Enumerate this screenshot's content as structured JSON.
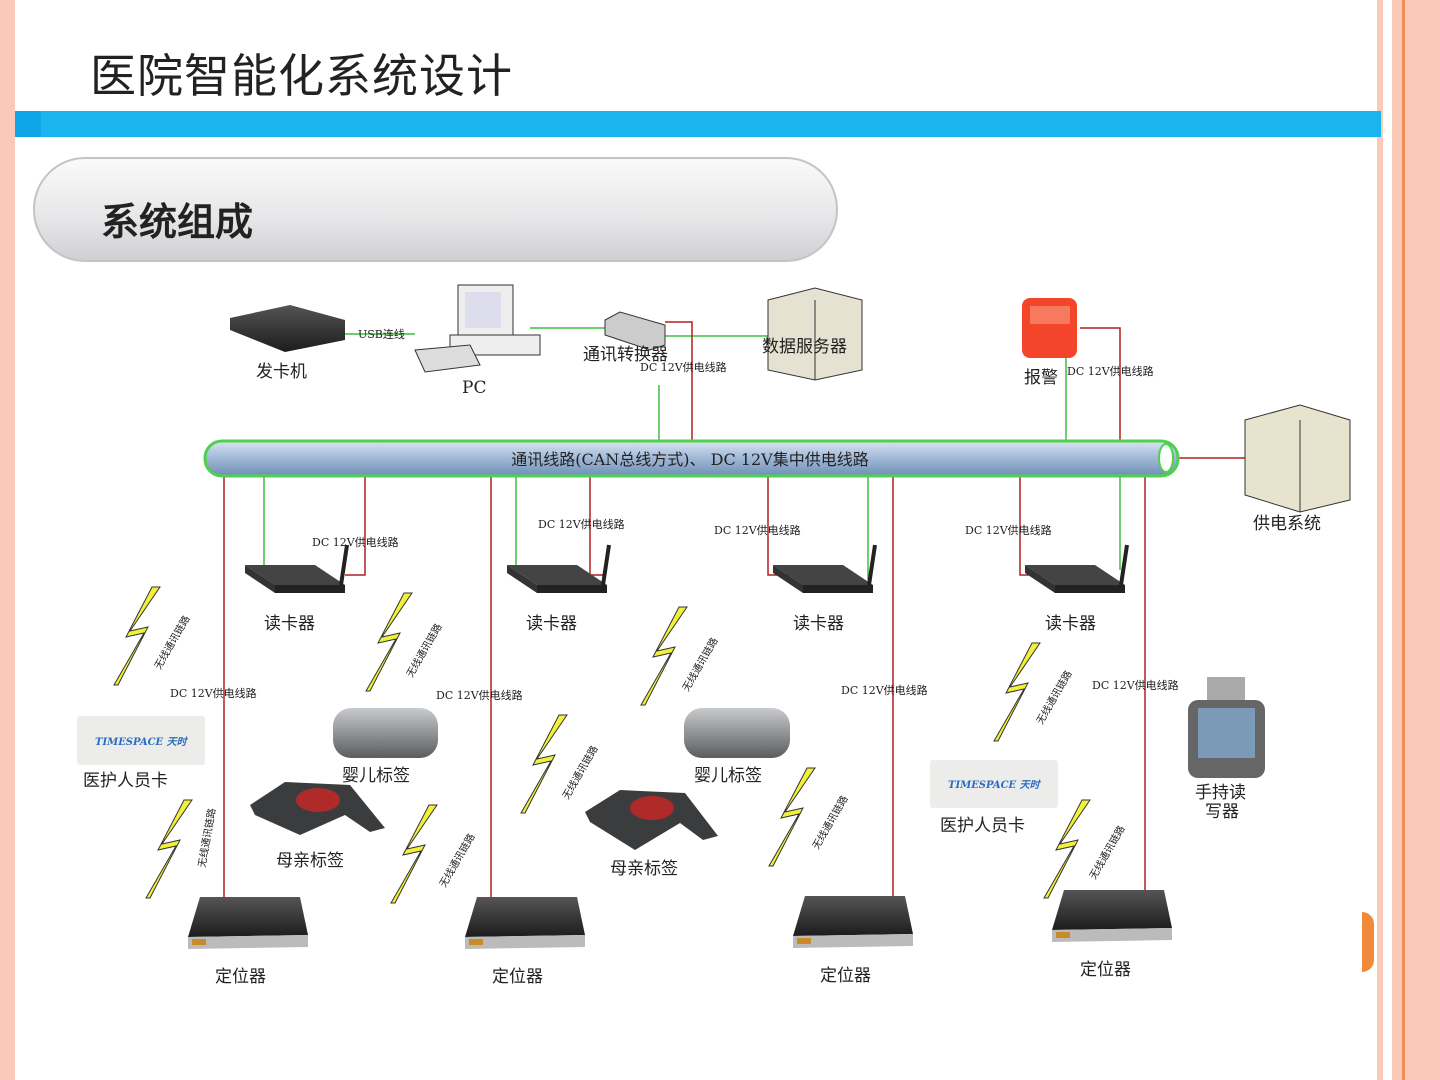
{
  "slide": {
    "title": "医院智能化系统设计",
    "section": "系统组成"
  },
  "diagram": {
    "bus_label": "通讯线路(CAN总线方式)、 DC 12V集中供电线路",
    "usb_label": "USB连线",
    "dc_label": "DC 12V供电线路",
    "wireless_label": "无线通讯链路",
    "card_brand": "TIMESPACE 天时",
    "nodes": {
      "card_issuer": "发卡机",
      "pc": "PC",
      "converter": "通讯转换器",
      "server": "数据服务器",
      "alarm": "报警",
      "power": "供电系统",
      "reader": "读卡器",
      "baby_tag": "婴儿标签",
      "mother_tag": "母亲标签",
      "staff_card": "医护人员卡",
      "locator": "定位器",
      "handheld_1": "手持读",
      "handheld_2": "写器"
    },
    "colors": {
      "bus": "#9fb7d6",
      "data_line": "#3fbf3f",
      "power_line": "#b02020",
      "bolt": "#f2f03a",
      "accent": "#1ab5ee"
    }
  }
}
